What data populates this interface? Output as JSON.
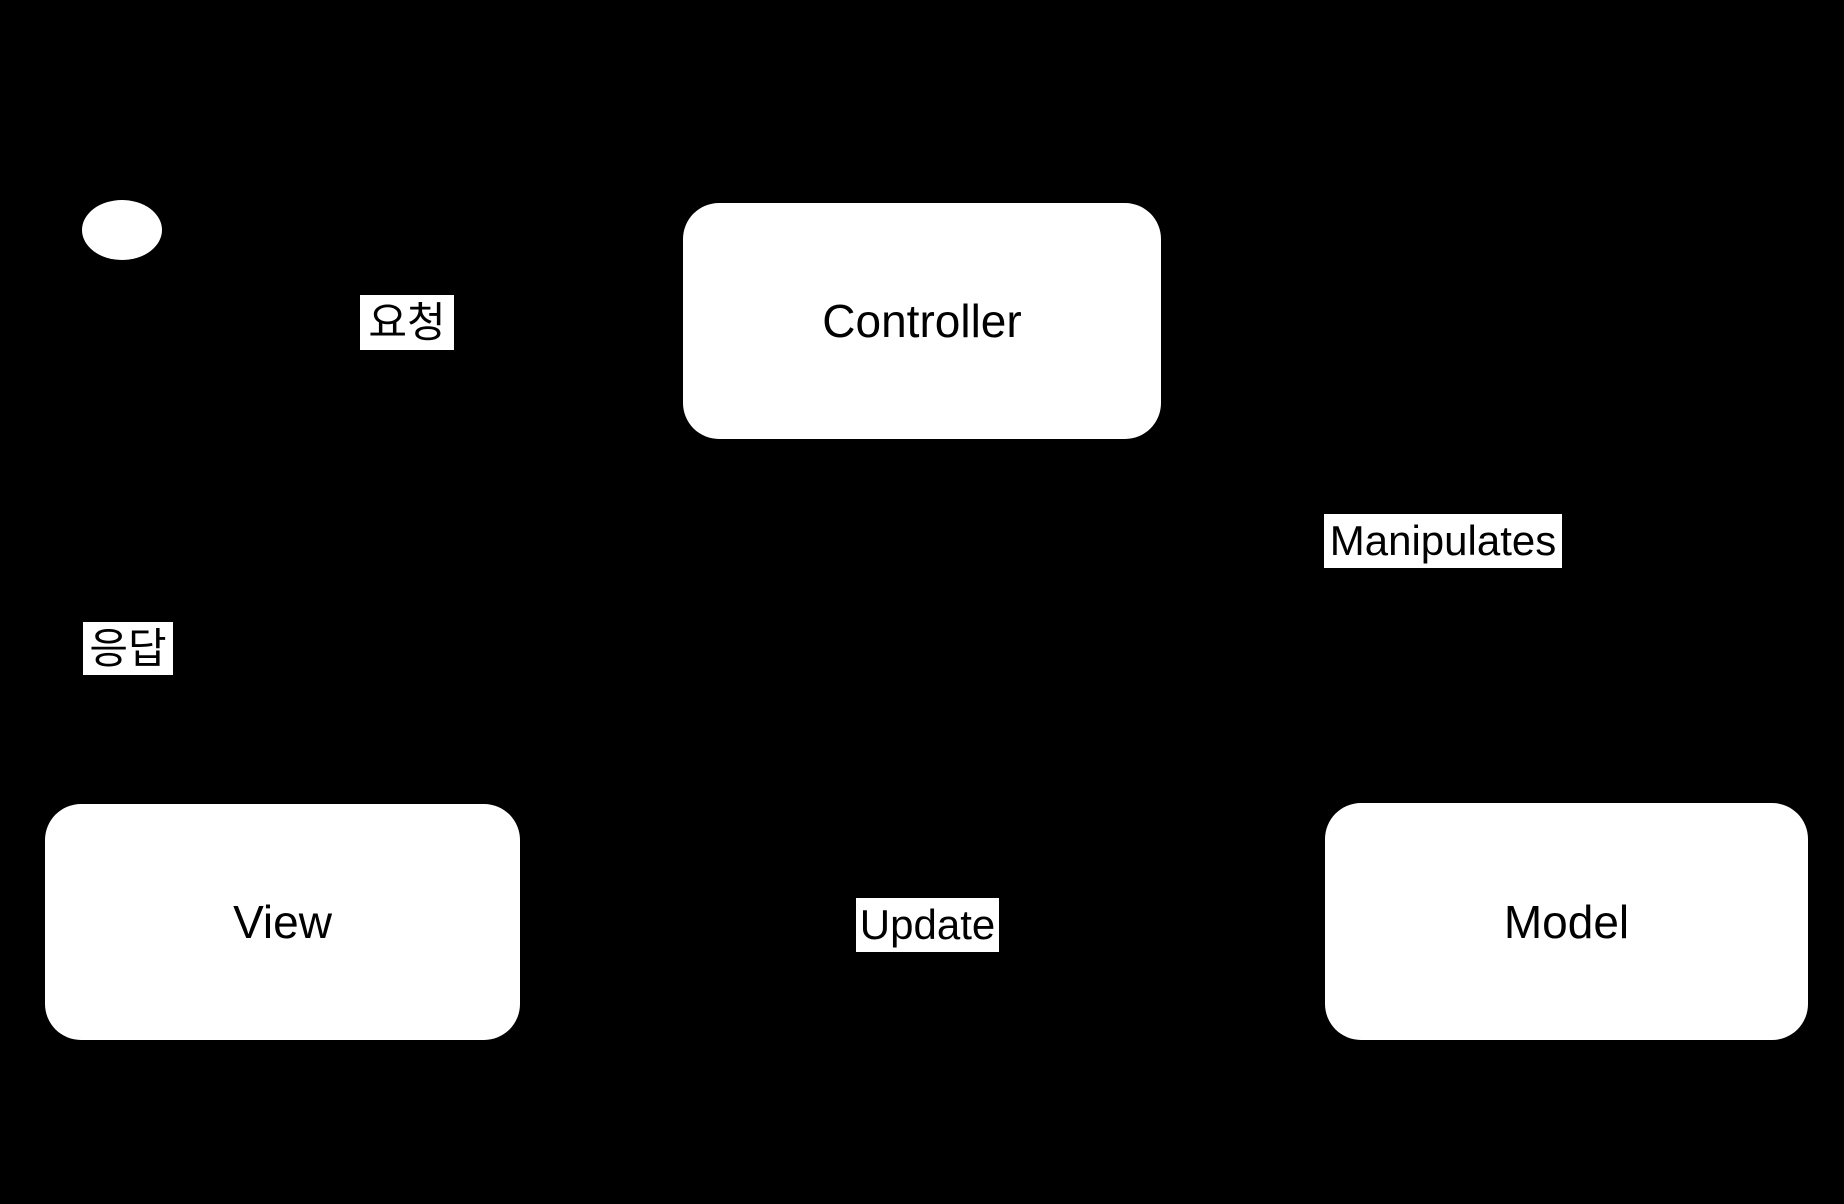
{
  "diagram": {
    "colors": {
      "background": "#000000",
      "node-fill": "#ffffff",
      "node-text": "#000000",
      "label-bg": "#ffffff",
      "label-text": "#000000"
    },
    "actor": {
      "icon": "ellipse"
    },
    "nodes": {
      "controller": {
        "label": "Controller"
      },
      "view": {
        "label": "View"
      },
      "model": {
        "label": "Model"
      }
    },
    "edge_labels": {
      "request": {
        "label": "요청"
      },
      "response": {
        "label": "응답"
      },
      "manipulates": {
        "label": "Manipulates"
      },
      "update": {
        "label": "Update"
      }
    }
  }
}
